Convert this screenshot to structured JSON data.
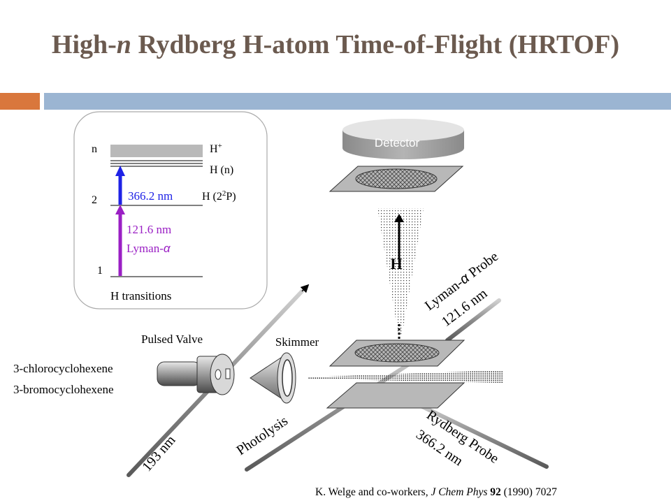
{
  "title": {
    "pre": "High-",
    "italic": "n",
    "post": " Rydberg H-atom Time-of-Flight (HRTOF)"
  },
  "energy_diagram": {
    "level_n": "n",
    "level_2": "2",
    "level_1": "1",
    "h_plus": "H",
    "h_plus_sup": "+",
    "h_n": "H (n)",
    "h_2p_pre": "H (2",
    "h_2p_sup": "2",
    "h_2p_post": "P)",
    "blue_label": "366.2 nm",
    "purple_label": "121.6 nm",
    "lyman_label": "Lyman-",
    "alpha": "α",
    "caption": "H transitions"
  },
  "apparatus": {
    "detector": "Detector",
    "h_label": "H",
    "lyman_probe_pre": "Lyman-",
    "alpha": "α",
    "lyman_probe_post": " Probe",
    "lyman_probe_wavelength": "121.6 nm",
    "pulsed_valve": "Pulsed Valve",
    "skimmer": "Skimmer",
    "molecule_1": "3-chlorocyclohexene",
    "molecule_2": "3-bromocyclohexene",
    "photolysis_wavelength": "193 nm",
    "photolysis": "Photolysis",
    "rydberg_probe": "Rydberg Probe",
    "rydberg_probe_wavelength": "366.2 nm"
  },
  "citation": {
    "authors": "K. Welge and co-workers, ",
    "journal": "J Chem Phys",
    "volume": "92",
    "rest": " (1990) 7027"
  },
  "colors": {
    "title": "#6b5a4f",
    "accent_orange": "#d9773c",
    "accent_blue": "#9bb5d2",
    "transition_blue": "#1e22e6",
    "transition_purple": "#9a1fc4",
    "detector": "#9c9c9c"
  }
}
